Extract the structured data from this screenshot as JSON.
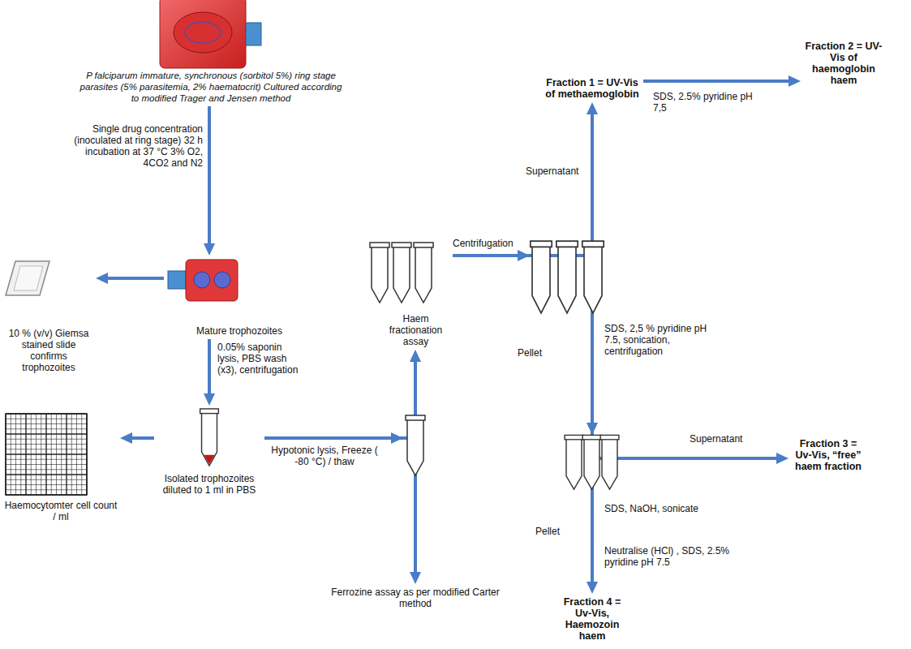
{
  "diagram": {
    "nodes": [
      {
        "text": [
          "P falciparum immature, synchronous (sorbitol 5%) ring stage parasites (5% parasitemia, 2% haematocrit) Cultured according to modified Trager and Jensen method"
        ]
      },
      {
        "text": [
          "Fraction 1 = UV-Vis of methaemoglobin"
        ]
      },
      {
        "text": [
          "Fraction 2 = UV-Vis of haemoglobin haem"
        ]
      },
      {
        "text": [
          "Mature trophozoites"
        ]
      },
      {
        "text": [
          "10 % (v/v) Giemsa stained slide confirms trophozoites"
        ]
      },
      {
        "text": [
          "Haem fractionation assay"
        ]
      },
      {
        "text": [
          "Isolated trophozoites diluted to 1 ml in PBS"
        ]
      },
      {
        "text": [
          "Haemocytomter cell count / ml"
        ]
      },
      {
        "text": [
          "Fraction 3 = Uv-Vis, “free” haem fraction"
        ]
      },
      {
        "text": [
          "Ferrozine assay as per modified Carter method"
        ]
      },
      {
        "text": [
          "Fraction 4 = Uv-Vis, Haemozoin haem"
        ]
      }
    ],
    "edges": [
      {
        "from": 0,
        "to": 3,
        "arrow": "to",
        "label": "Single drug concentration (inoculated at ring stage) 32 h incubation at 37 °C 3% O2, 4CO2 and N2"
      },
      {
        "from": 3,
        "to": 4,
        "arrow": "to"
      },
      {
        "from": 3,
        "to": 6,
        "arrow": "to",
        "label": "0.05% saponin lysis, PBS wash (x3), centrifugation"
      },
      {
        "from": 6,
        "to": 7,
        "arrow": "to"
      },
      {
        "from": 6,
        "to": 5,
        "arrow": "to",
        "label": "Hypotonic lysis, Freeze ( -80 °C) / thaw"
      },
      {
        "from": 6,
        "to": 9,
        "arrow": "to"
      },
      {
        "from": 5,
        "to": 1,
        "arrow": "to",
        "label": "Centrifugation"
      },
      {
        "from": 5,
        "to": 8,
        "arrow": "to",
        "label": "SDS, 2,5 % pyridine pH 7.5, sonication, centrifugation"
      },
      {
        "from": 5,
        "to": 10,
        "arrow": "to",
        "label": "SDS, NaOH, sonicate"
      },
      {
        "from": 1,
        "to": 2,
        "arrow": "to",
        "label": "SDS, 2.5% pyridine pH 7,5"
      }
    ],
    "labels": [
      "Supernatant",
      "Pellet",
      "Supernatant",
      "Pellet",
      "Neutralise (HCl) , SDS, 2.5% pyridine pH 7.5"
    ]
  }
}
